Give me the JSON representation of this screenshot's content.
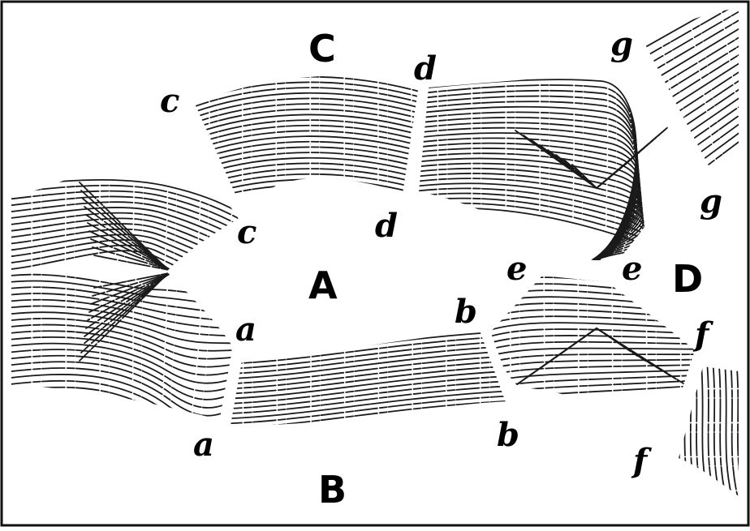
{
  "frame_color": "#111111",
  "regions": {
    "A": "A",
    "B": "B",
    "C": "C",
    "D": "D"
  },
  "boundaries": {
    "a_top": "a",
    "a_bottom": "a",
    "b_top": "b",
    "b_bottom": "b",
    "c_top": "c",
    "c_bottom": "c",
    "d_top": "d",
    "d_bottom": "d",
    "e_left": "e",
    "e_right": "e",
    "f_top": "f",
    "f_bottom": "f",
    "g_top": "g",
    "g_bottom": "g"
  }
}
